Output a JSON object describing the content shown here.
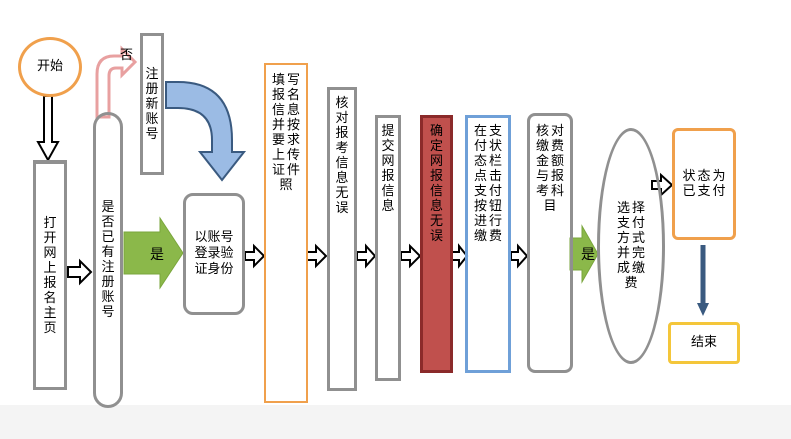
{
  "nodes": {
    "start": "开始",
    "open_portal": "打开网上报名主页",
    "registered_check": "是否已有注册账号",
    "register_account": "注册新账号",
    "login": "以账号登录验证身份",
    "fill_info": "填写报名信息并按要求上传证件照",
    "verify_info": "核对报考信息无误",
    "submit_info": "提交网报信息",
    "confirm_info": "确定网报信息无误",
    "click_pay": "在支付状态栏点击支付按钮进行缴费",
    "check_fee": "核对缴费金额与报考科目",
    "choose_pay": "选择支付方式并完成缴费",
    "status_paid": "状态为已支付",
    "end": "结束"
  },
  "labels": {
    "no": "否",
    "yes_1": "是",
    "yes_2": "是"
  },
  "colors": {
    "gray_border": "#909090",
    "orange": "#f0a04c",
    "blue": "#6fa0d8",
    "red_fill": "#c0504d",
    "dark_red": "#8b2a2a",
    "green": "#8bb84a",
    "light_blue": "#9bbbe4",
    "navy": "#3a5a80",
    "pink": "#e8a0a0",
    "yellow": "#f4c63a"
  }
}
